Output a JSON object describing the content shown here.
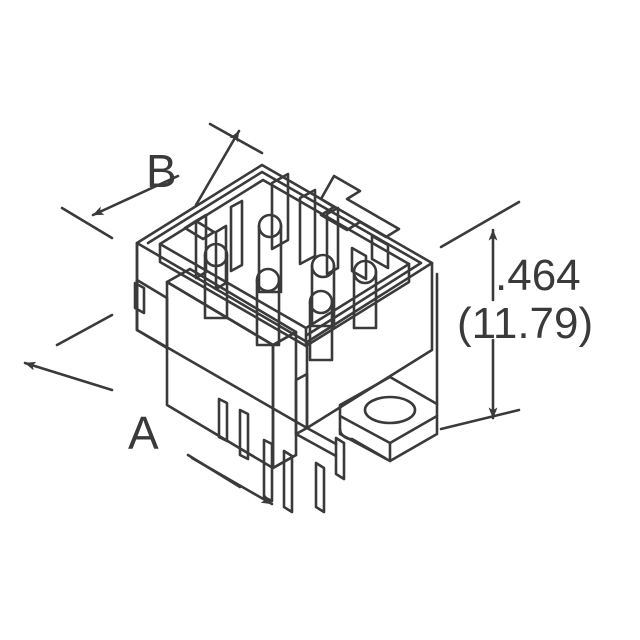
{
  "drawing": {
    "type": "isometric-technical-drawing",
    "subject": "through-hole pin header connector with mounting boss",
    "background_color": "#ffffff",
    "line_color": "#3a3a3a",
    "line_width": 2.6
  },
  "dimensions": {
    "label_a": "A",
    "label_b": "B",
    "height_inch": ".464",
    "height_mm": "(11.79)"
  },
  "annotations": {
    "a_description": "A dimension leader with arrows at both ends along lower-left diagonal",
    "b_description": "B dimension leader with arrows at both ends along upper-right diagonal",
    "height_description": "vertical overall height dimension at right side with double arrows"
  },
  "chart_data": {
    "type": "table",
    "title": "Connector overall dimensions",
    "categories": [
      "A",
      "B",
      "Height"
    ],
    "values": [
      "A",
      "B",
      ".464 (11.79)"
    ]
  }
}
